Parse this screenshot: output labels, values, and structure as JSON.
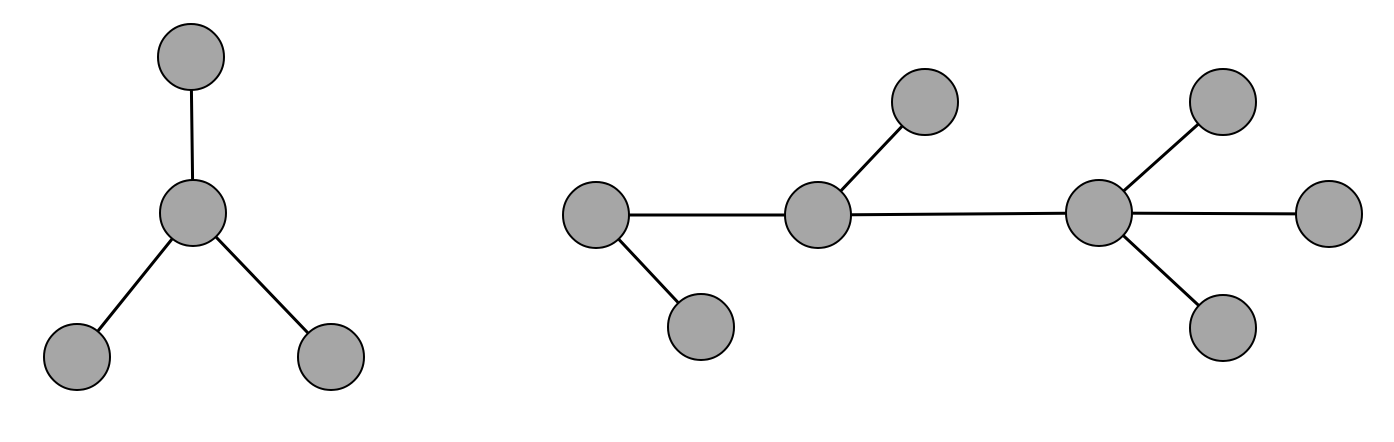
{
  "colors": {
    "node_fill": "#a6a6a6",
    "node_stroke": "#000000",
    "edge_stroke": "#000000",
    "background": "#ffffff"
  },
  "graphs": [
    {
      "name": "star-graph",
      "nodes": [
        "top",
        "center",
        "bottom-left",
        "bottom-right"
      ],
      "edges": [
        [
          "top",
          "center"
        ],
        [
          "center",
          "bottom-left"
        ],
        [
          "center",
          "bottom-right"
        ]
      ]
    },
    {
      "name": "tree-graph",
      "nodes": [
        "left",
        "left-leaf",
        "middle",
        "middle-leaf",
        "hub",
        "hub-top-leaf",
        "hub-right-leaf",
        "hub-bottom-leaf"
      ],
      "edges": [
        [
          "left",
          "left-leaf"
        ],
        [
          "left",
          "middle"
        ],
        [
          "middle",
          "middle-leaf"
        ],
        [
          "middle",
          "hub"
        ],
        [
          "hub",
          "hub-top-leaf"
        ],
        [
          "hub",
          "hub-right-leaf"
        ],
        [
          "hub",
          "hub-bottom-leaf"
        ]
      ]
    }
  ]
}
